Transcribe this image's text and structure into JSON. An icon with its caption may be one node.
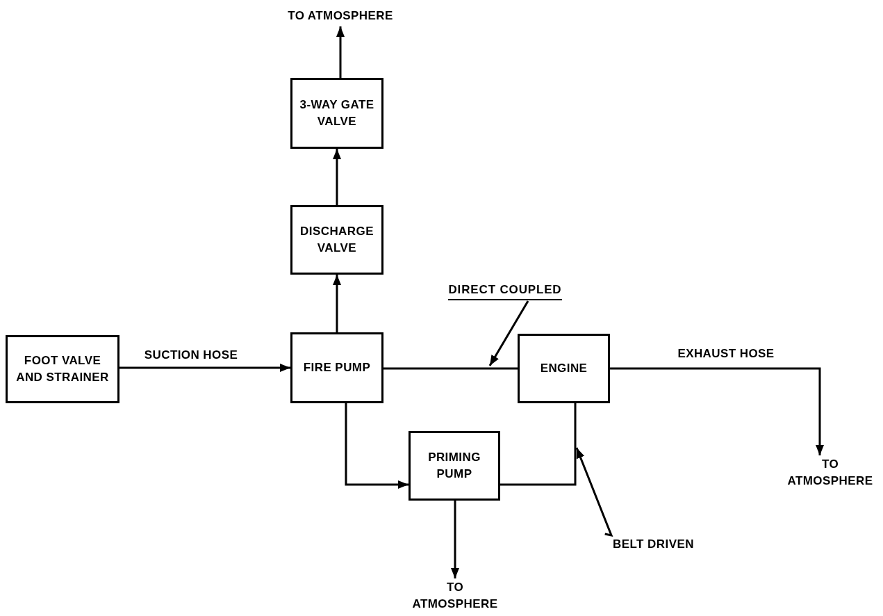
{
  "diagram": {
    "nodes": [
      {
        "text": [
          "FOOT VALVE AND STRAINER"
        ]
      },
      {
        "text": [
          "FIRE PUMP"
        ]
      },
      {
        "text": [
          "DISCHARGE VALVE"
        ]
      },
      {
        "text": [
          "3-WAY GATE VALVE"
        ]
      },
      {
        "text": [
          "TO ATMOSPHERE"
        ]
      },
      {
        "text": [
          "ENGINE"
        ]
      },
      {
        "text": [
          "PRIMING PUMP"
        ]
      },
      {
        "text": [
          "TO ATMOSPHERE"
        ]
      },
      {
        "text": [
          "TO ATMOSPHERE"
        ]
      },
      {
        "text": [
          "DIRECT COUPLED"
        ]
      },
      {
        "text": [
          "BELT DRIVEN"
        ]
      }
    ],
    "edges": [
      {
        "from": 0,
        "to": 1,
        "arrow": "to",
        "label": "SUCTION HOSE"
      },
      {
        "from": 1,
        "to": 2,
        "arrow": "to"
      },
      {
        "from": 2,
        "to": 3,
        "arrow": "to"
      },
      {
        "from": 3,
        "to": 4,
        "arrow": "to"
      },
      {
        "from": 1,
        "to": 5,
        "arrow": "none"
      },
      {
        "from": 5,
        "to": 8,
        "arrow": "to",
        "label": "EXHAUST HOSE"
      },
      {
        "from": 1,
        "to": 6,
        "arrow": "to"
      },
      {
        "from": 6,
        "to": 5,
        "arrow": "none"
      },
      {
        "from": 6,
        "to": 7,
        "arrow": "to"
      },
      {
        "from": 9,
        "to": null,
        "arrow": "to"
      },
      {
        "from": 10,
        "to": null,
        "arrow": "to"
      }
    ]
  }
}
